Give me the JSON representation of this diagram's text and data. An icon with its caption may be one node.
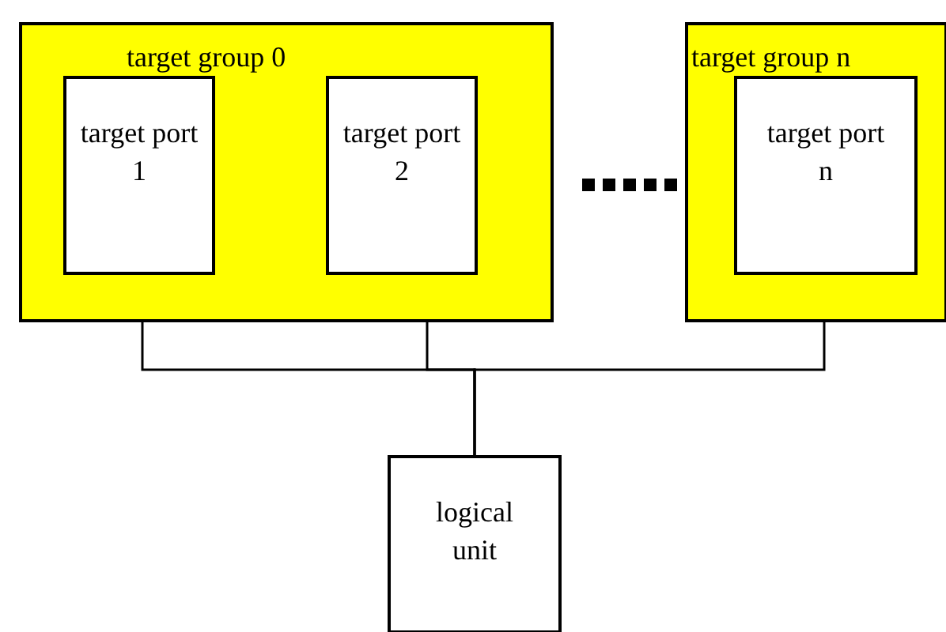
{
  "diagram": {
    "nodes": [
      {
        "text": [
          "target group 0"
        ]
      },
      {
        "text": [
          "target port 1"
        ],
        "in": 0
      },
      {
        "text": [
          "target port 2"
        ],
        "in": 0
      },
      {
        "text": [
          "target group n"
        ]
      },
      {
        "text": [
          "target port n"
        ],
        "in": 3
      },
      {
        "text": [
          "logical unit"
        ]
      }
    ],
    "edges": [
      {
        "from": 1,
        "to": 5,
        "arrow": "none"
      },
      {
        "from": 2,
        "to": 5,
        "arrow": "none"
      },
      {
        "from": 4,
        "to": 5,
        "arrow": "none"
      }
    ]
  }
}
